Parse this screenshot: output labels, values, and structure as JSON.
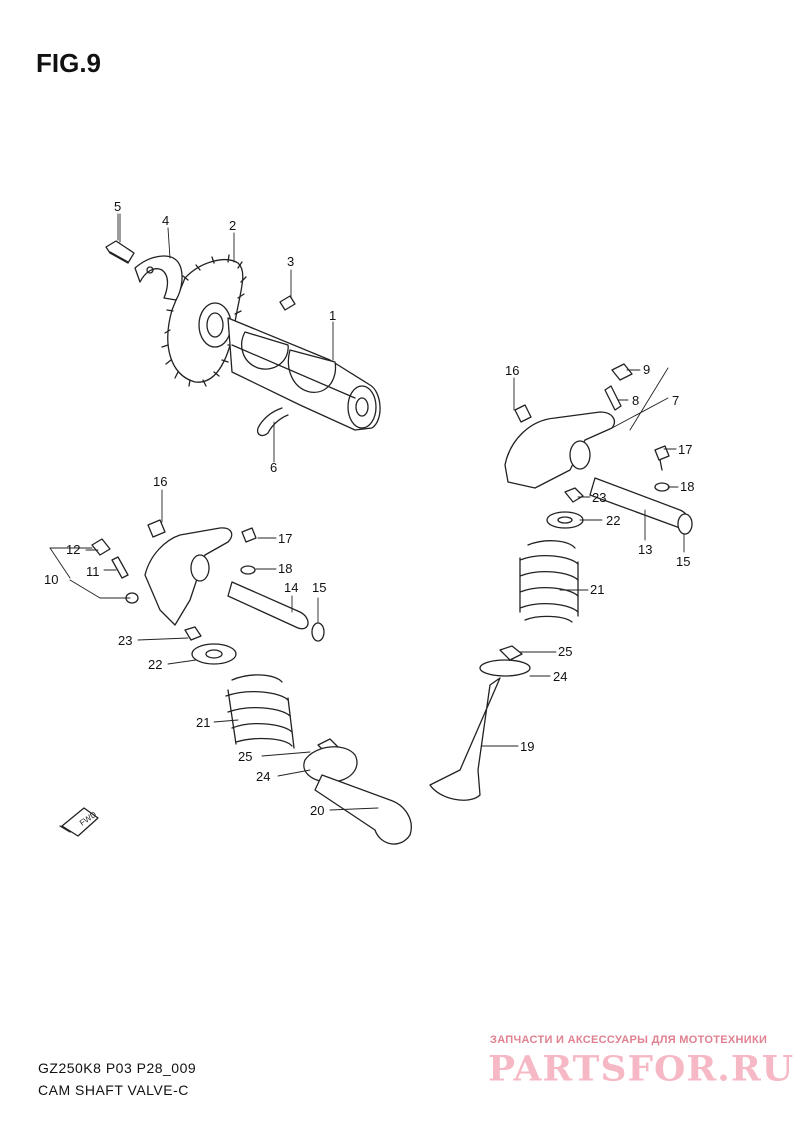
{
  "figure": {
    "title": "FIG.9"
  },
  "footer": {
    "code": "GZ250K8 P03 P28_009",
    "name": "CAM SHAFT VALVE-C"
  },
  "watermark": {
    "tagline": "ЗАПЧАСТИ И АКСЕССУАРЫ ДЛЯ МОТОТЕХНИКИ",
    "logo": "PARTSFOR.RU",
    "color": "#f6b8c4"
  },
  "fwd_label": "FWD",
  "callouts": [
    "1",
    "2",
    "3",
    "4",
    "5",
    "6",
    "7",
    "8",
    "9",
    "10",
    "11",
    "12",
    "13",
    "14",
    "15",
    "16",
    "17",
    "18",
    "19",
    "20",
    "21",
    "22",
    "23",
    "24",
    "25"
  ]
}
